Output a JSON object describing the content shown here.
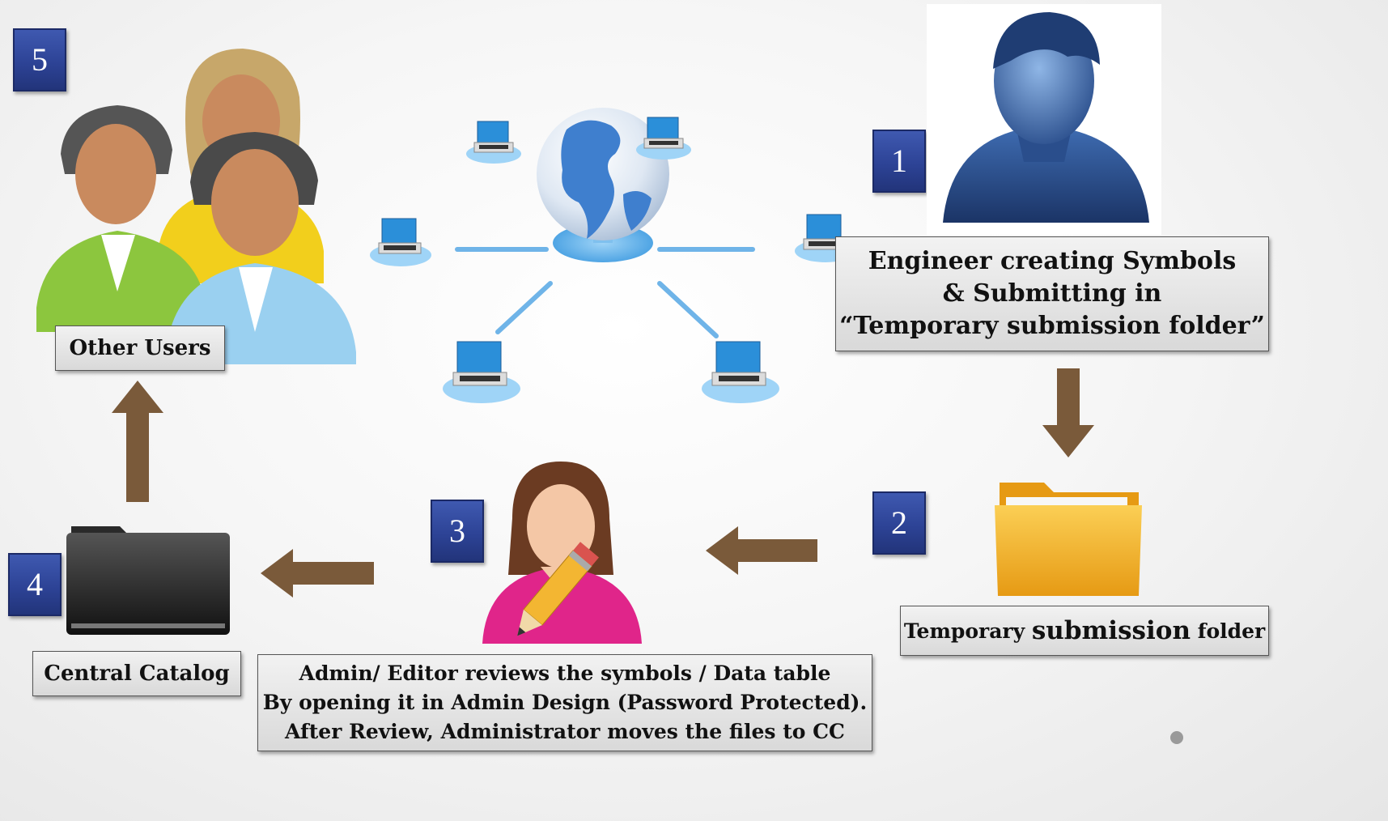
{
  "steps": {
    "step1": "1",
    "step2": "2",
    "step3": "3",
    "step4": "4",
    "step5": "5"
  },
  "labels": {
    "engineer": {
      "line1": "Engineer creating Symbols",
      "line2": "& Submitting in",
      "line3": "“Temporary submission folder”"
    },
    "temp_folder": {
      "part1": "Temporary ",
      "part2": "submission",
      "part3": " folder"
    },
    "admin": {
      "line1": "Admin/ Editor reviews the symbols / Data table",
      "line2": "By opening  it in Admin Design (Password Protected).",
      "line3": "After Review,  Administrator moves the files to CC"
    },
    "central_catalog": "Central Catalog",
    "other_users": "Other Users"
  },
  "colors": {
    "arrow": "#7a5a3a",
    "step_badge": "#2d4396",
    "engineer_icon": "#2a4e8c",
    "folder_yellow": "#f3b632",
    "folder_black": "#2a2a2a",
    "admin_shirt": "#e0258a"
  },
  "icons": {
    "engineer": "user-silhouette-icon",
    "temp_folder": "yellow-folder-icon",
    "admin": "admin-editor-pencil-icon",
    "central_catalog": "black-folder-icon",
    "other_users": "user-group-icon",
    "network": "globe-network-icon"
  }
}
